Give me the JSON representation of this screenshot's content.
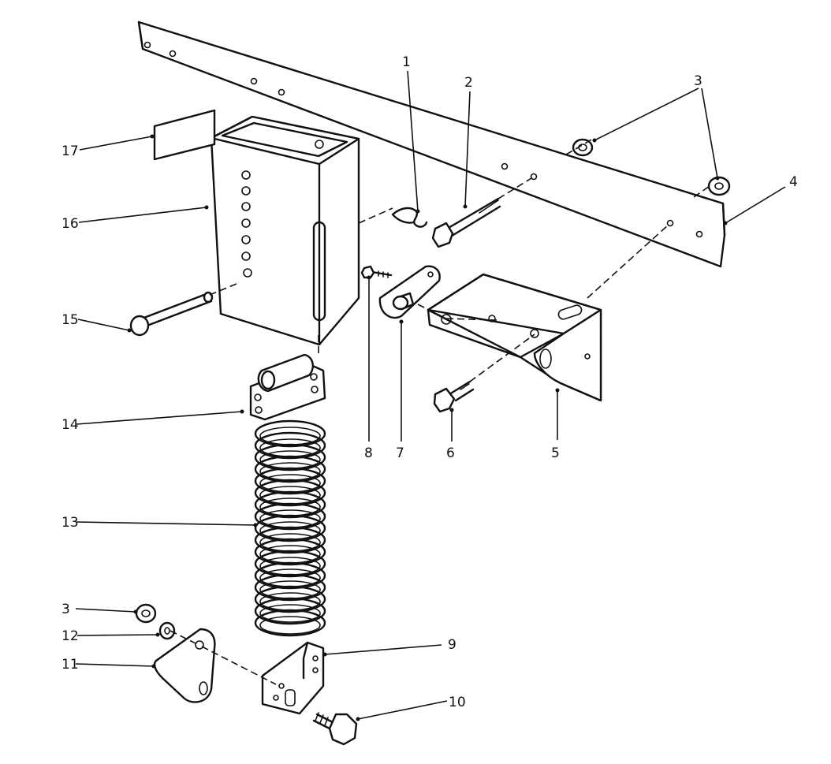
{
  "callouts": [
    {
      "id": "c1",
      "text": "1"
    },
    {
      "id": "c2",
      "text": "2"
    },
    {
      "id": "c3a",
      "text": "3"
    },
    {
      "id": "c3b",
      "text": "3"
    },
    {
      "id": "c4",
      "text": "4"
    },
    {
      "id": "c5",
      "text": "5"
    },
    {
      "id": "c6",
      "text": "6"
    },
    {
      "id": "c7",
      "text": "7"
    },
    {
      "id": "c8",
      "text": "8"
    },
    {
      "id": "c9",
      "text": "9"
    },
    {
      "id": "c10",
      "text": "10"
    },
    {
      "id": "c11",
      "text": "11"
    },
    {
      "id": "c12",
      "text": "12"
    },
    {
      "id": "c13",
      "text": "13"
    },
    {
      "id": "c14",
      "text": "14"
    },
    {
      "id": "c15",
      "text": "15"
    },
    {
      "id": "c16",
      "text": "16"
    },
    {
      "id": "c17",
      "text": "17"
    }
  ],
  "colors": {
    "ink": "#111111",
    "paper": "#ffffff"
  }
}
